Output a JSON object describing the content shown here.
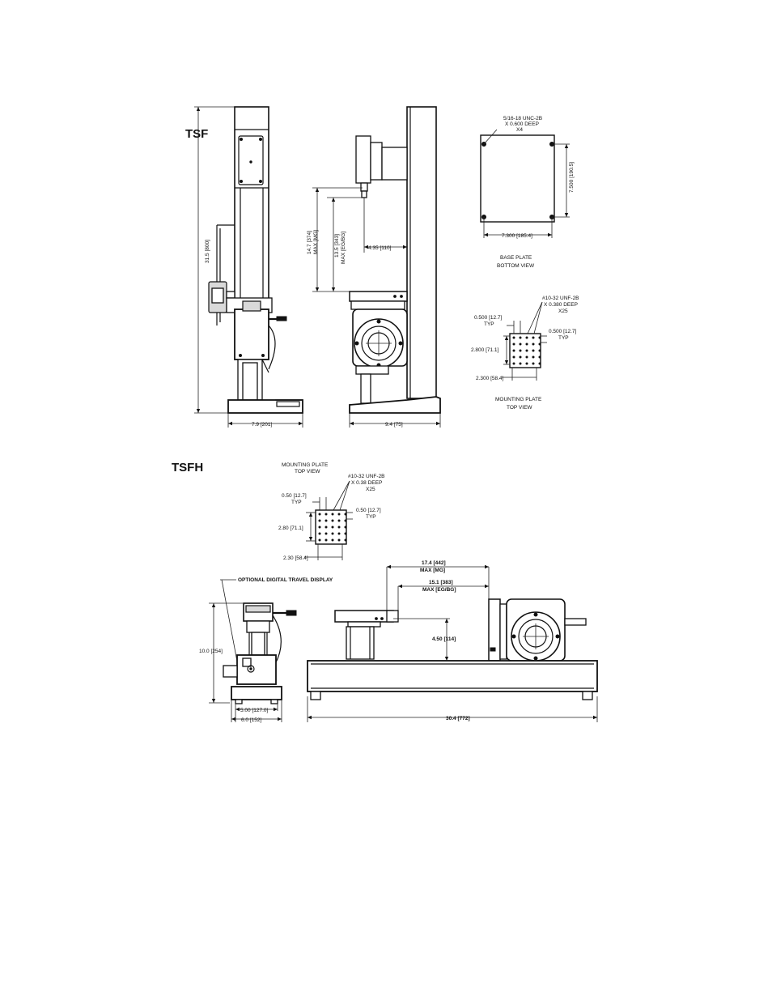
{
  "tsf": {
    "title": "TSF",
    "front": {
      "height": "31.5 [800]",
      "width": "7.9 [201]"
    },
    "side": {
      "max_height_a": "14.7 [374]",
      "max_height_a_mm": "MAX [MG]",
      "max_height_b": "13.5 [343]",
      "max_height_b_mm": "MAX [EG/BG]",
      "throat": "4.35 [110]",
      "depth": "9.4 [75]"
    },
    "base_plate": {
      "thread_1": "5/16-18 UNC-2B",
      "thread_2": "X 0.600 DEEP",
      "thread_3": "X4",
      "width": "7.300 [185.4]",
      "height": "7.500 [190.5]",
      "caption_1": "BASE PLATE",
      "caption_2": "BOTTOM VIEW"
    },
    "mounting_plate": {
      "thread_1": "#10-32 UNF-2B",
      "thread_2": "X 0.380 DEEP",
      "thread_3": "X25",
      "pitch_left": "0.500 [12.7]",
      "typ_left": "TYP",
      "pitch_right": "0.500 [12.7]",
      "typ_right": "TYP",
      "height": "2.800 [71.1]",
      "width": "2.300 [58.4]",
      "caption_1": "MOUNTING PLATE",
      "caption_2": "TOP VIEW"
    }
  },
  "tsfh": {
    "title": "TSFH",
    "mounting_plate": {
      "caption_1": "MOUNTING PLATE",
      "caption_2": "TOP VIEW",
      "thread_1": "#10-32 UNF-2B",
      "thread_2": "X 0.38 DEEP",
      "thread_3": "X25",
      "pitch_left": "0.50 [12.7]",
      "typ_left": "TYP",
      "pitch_right": "0.50 [12.7]",
      "typ_right": "TYP",
      "height": "2.80 [71.1]",
      "width": "2.30 [58.4]"
    },
    "display_label": "OPTIONAL DIGITAL TRAVEL DISPLAY",
    "end": {
      "height": "10.0 [254]",
      "inner_width": "5.00 [127.0]",
      "outer_width": "6.0 [152]"
    },
    "side": {
      "max_a": "17.4 [442]",
      "max_a_sub": "MAX [MG]",
      "max_b": "15.1 [383]",
      "max_b_sub": "MAX [EG/BG]",
      "center_height": "4.50 [114]",
      "length": "30.4 [772]"
    }
  }
}
